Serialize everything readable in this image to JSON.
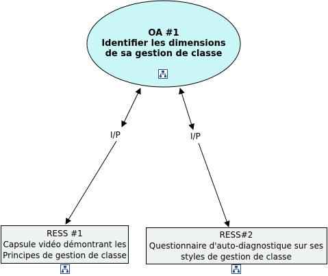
{
  "main_node": {
    "line1": "OA #1",
    "line2": "Identifier les dimensions",
    "line3": "de sa gestion de classe",
    "icon": "concept-map-icon",
    "fill_color": "#ccf7f8"
  },
  "resource_1": {
    "line1": "RESS #1",
    "line2": "Capsule vidéo démontrant les",
    "line3": "Principes de gestion de classe",
    "icon": "concept-map-icon",
    "fill_color": "#eef2f2"
  },
  "resource_2": {
    "line1": "RESS#2",
    "line2": "Questionnaire d'auto-diagnostique sur ses",
    "line3": "styles de gestion de classe",
    "icon": "concept-map-icon",
    "fill_color": "#eef2f2"
  },
  "links": [
    {
      "label": "I/P"
    },
    {
      "label": "I/P"
    }
  ]
}
